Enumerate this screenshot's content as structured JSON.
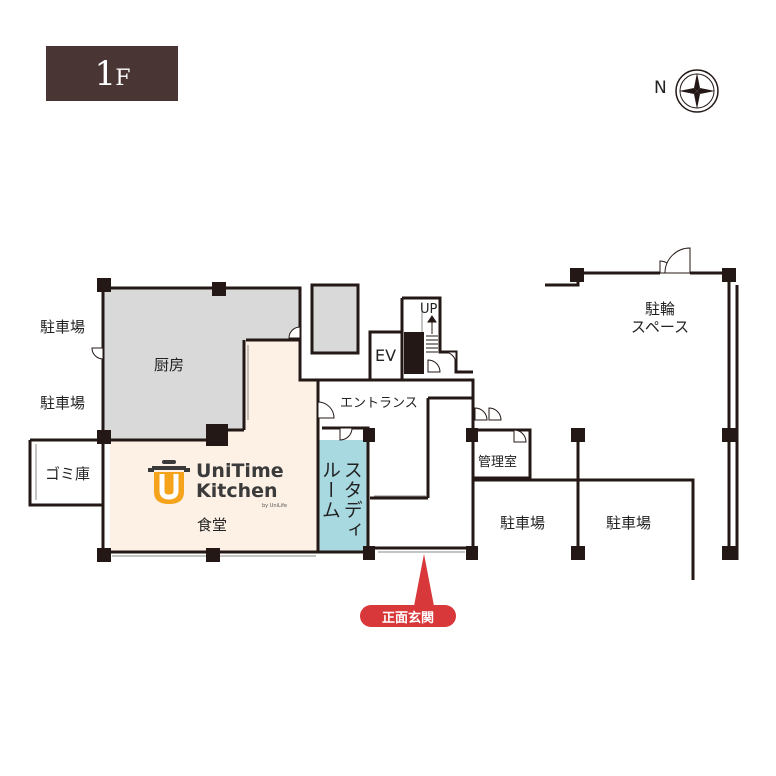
{
  "floor": {
    "label_main": "1",
    "label_suffix": "F"
  },
  "compass": {
    "north_label": "N"
  },
  "rooms": {
    "parking_left_top": "駐車場",
    "parking_left_bottom": "駐車場",
    "kitchen": "厨房",
    "garbage": "ゴミ庫",
    "dining": "食堂",
    "study_room_line1": "スタディ",
    "study_room_line2": "ルーム",
    "entrance_hall": "エントランス",
    "elevator": "EV",
    "stairs_up": "UP",
    "management": "管理室",
    "bike_line1": "駐輪",
    "bike_line2": "スペース",
    "parking_right_1": "駐車場",
    "parking_right_2": "駐車場"
  },
  "logo": {
    "line1": "UniTime",
    "line2": "Kitchen",
    "byline": "by UniLife"
  },
  "front_entrance": {
    "label": "正面玄関"
  },
  "colors": {
    "badge": "#4a3535",
    "kitchen_fill": "#d9d9d9",
    "dining_fill": "#fdf1e6",
    "study_fill": "#a8d8e0",
    "entrance_tag": "#d9383a",
    "logo_orange": "#f5a31a",
    "wall": "#231815"
  }
}
